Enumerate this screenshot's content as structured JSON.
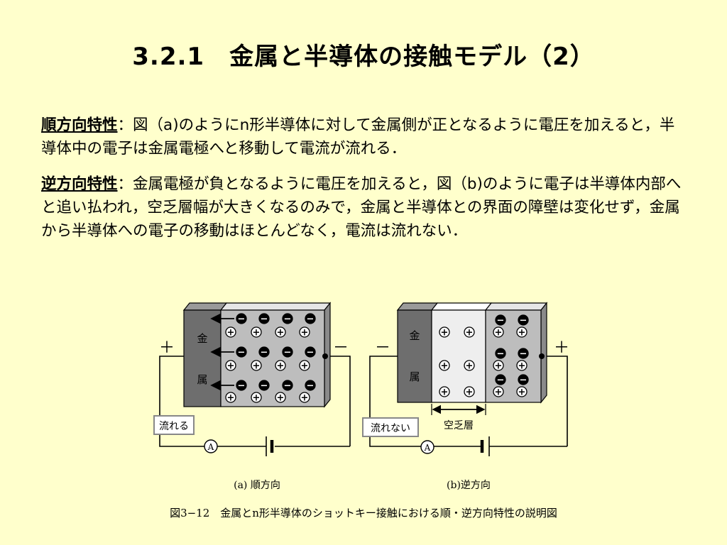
{
  "title": "3.2.1　金属と半導体の接触モデル（2）",
  "forward": {
    "term": "順方向特性",
    "sep": "：",
    "text": "図（a)のようにn形半導体に対して金属側が正となるように電圧を加えると，半導体中の電子は金属電極へと移動して電流が流れる．"
  },
  "reverse": {
    "term": "逆方向特性",
    "sep": "：",
    "text": "金属電極が負となるように電圧を加えると，図（b)のように電子は半導体内部へと追い払われ，空乏層幅が大きくなるのみで，金属と半導体との界面の障壁は変化せず，金属から半導体への電子の移動はほとんどなく，電流は流れない．"
  },
  "diagram": {
    "metal_char_top": "金",
    "metal_char_bottom": "属",
    "plus_sign": "＋",
    "minus_sign": "－",
    "ammeter_label": "A",
    "electron_sign": "−",
    "hole_sign": "+",
    "a": {
      "flow_label": "流れる",
      "caption": "(a) 順方向"
    },
    "b": {
      "flow_label": "流れない",
      "depletion_label": "空乏層",
      "caption": "(b)逆方向"
    }
  },
  "figure_caption": "図3−12　金属とn形半導体のショットキー接触における順・逆方向特性の説明図"
}
